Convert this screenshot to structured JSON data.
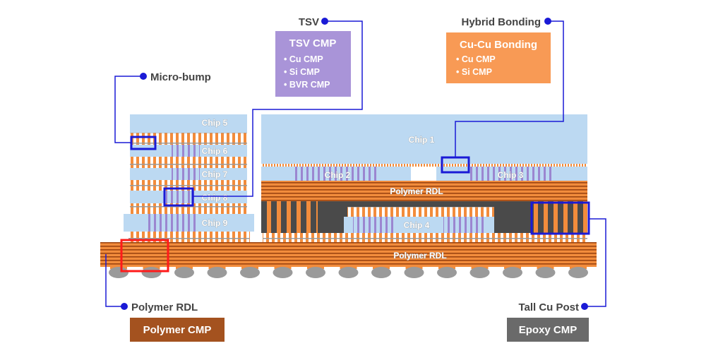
{
  "colors": {
    "chip": "#bcd9f2",
    "copper": "#f28c3c",
    "rdl_dark": "#a0470f",
    "mold": "#4a4a4a",
    "tsv": "#9b86d0",
    "callout_line": "#1a1ad6",
    "highlight_red": "#ff1a1a",
    "ball": "#9a9a9a"
  },
  "chips": {
    "chip1": "Chip 1",
    "chip2": "Chip 2",
    "chip3": "Chip 3",
    "chip4": "Chip 4",
    "chip5": "Chip 5",
    "chip6": "Chip 6",
    "chip7": "Chip 7",
    "chip8": "Chip 8",
    "chip9": "Chip 9"
  },
  "layers": {
    "rdl_upper": "Polymer RDL",
    "rdl_lower": "Polymer RDL"
  },
  "callouts": {
    "microbump": {
      "label": "Micro-bump"
    },
    "tsv": {
      "label": "TSV",
      "box_title": "TSV CMP",
      "items": [
        "Cu CMP",
        "Si CMP",
        "BVR CMP"
      ],
      "color": "#a994d8"
    },
    "hybrid": {
      "label": "Hybrid Bonding",
      "box_title": "Cu-Cu Bonding",
      "items": [
        "Cu CMP",
        "Si CMP"
      ],
      "color": "#f89a55"
    },
    "polymer_rdl": {
      "label": "Polymer RDL",
      "box_title": "Polymer CMP",
      "color": "#a4521f"
    },
    "tall_cu_post": {
      "label": "Tall Cu Post",
      "box_title": "Epoxy CMP",
      "color": "#6a6a6a"
    }
  }
}
